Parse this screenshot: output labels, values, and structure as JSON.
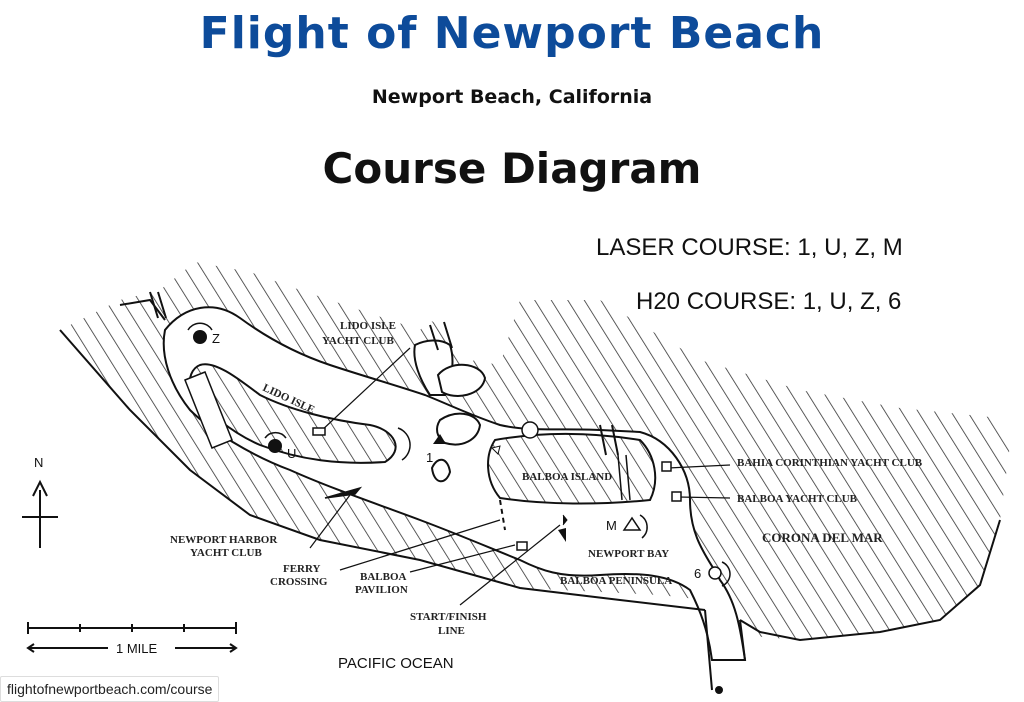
{
  "header": {
    "title": "Flight of Newport Beach",
    "subtitle": "Newport Beach, California",
    "heading": "Course Diagram"
  },
  "courses": {
    "laser": "LASER COURSE: 1, U, Z, M",
    "h20": "H20 COURSE: 1, U, Z, 6"
  },
  "map": {
    "labels": {
      "lido_isle_yacht_club_1": "LIDO ISLE",
      "lido_isle_yacht_club_2": "YACHT CLUB",
      "lido_isle": "LIDO ISLE",
      "balboa_island": "BALBOA ISLAND",
      "bahia_corinthian": "BAHIA CORINTHIAN YACHT CLUB",
      "balboa_yacht_club": "BALBOA YACHT CLUB",
      "corona_del_mar": "CORONA DEL MAR",
      "newport_harbor_1": "NEWPORT HARBOR",
      "newport_harbor_2": "YACHT CLUB",
      "ferry_1": "FERRY",
      "ferry_2": "CROSSING",
      "balboa_pavilion_1": "BALBOA",
      "balboa_pavilion_2": "PAVILION",
      "newport_bay": "NEWPORT BAY",
      "balboa_peninsula": "BALBOA PENINSULA",
      "start_finish_1": "START/FINISH",
      "start_finish_2": "LINE",
      "pacific_ocean": "PACIFIC OCEAN",
      "north": "N",
      "scale": "1 MILE"
    },
    "marks": {
      "z": "Z",
      "u": "U",
      "one": "1",
      "m": "M",
      "six": "6"
    }
  },
  "footer": {
    "url": "flightofnewportbeach.com/course"
  }
}
